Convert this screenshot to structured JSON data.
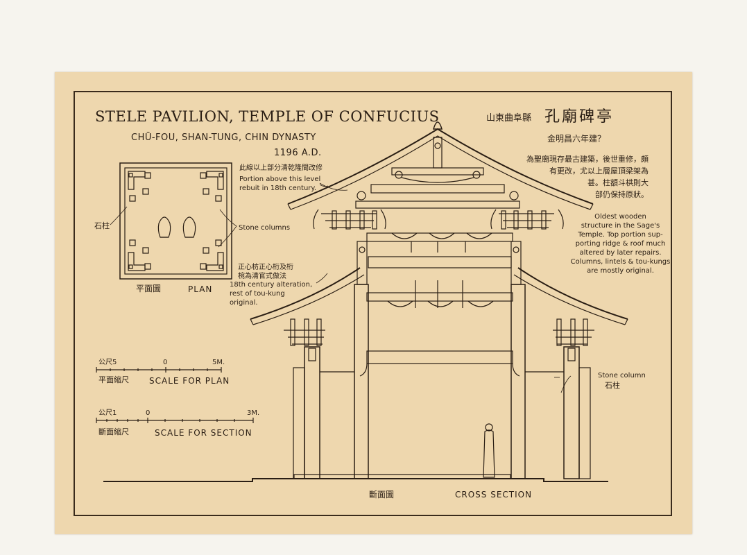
{
  "title": "STELE PAVILION, TEMPLE OF CONFUCIUS",
  "subtitle": "CHŪ-FOU, SHAN-TUNG,  CHIN DYNASTY",
  "date": "1196 A.D.",
  "chinese_title_small": "山東曲阜縣",
  "chinese_title_large": "孔廟碑亭",
  "chinese_date": "金明昌六年建？",
  "chinese_note": [
    "為聖廟現存最古建築，後世重修，頗",
    "有更改，尤以上層屋頂梁架為",
    "甚。柱額斗栱則大",
    "部仍保持原狀。"
  ],
  "note_oldest": [
    "Oldest wooden",
    "structure in the Sage's",
    "Temple. Top portion sup-",
    "porting ridge & roof much",
    "altered by later repairs.",
    "Columns, lintels & tou-kungs",
    "are mostly original."
  ],
  "note_portion_cn": "此線以上部分清乾隆間改修",
  "note_portion": [
    "Portion above this level",
    "rebuit in 18th century."
  ],
  "note_alteration_cn": [
    "正心枋正心桁及桁",
    "椀為清官式做法"
  ],
  "note_alteration": [
    "18th century alteration,",
    "rest of tou-kung",
    "original."
  ],
  "label_stone_columns": "Stone columns",
  "label_shizhu": "石柱",
  "label_stone_column": "Stone column",
  "label_shizhu_right": "石柱",
  "plan_cn": "平面圖",
  "plan_en": "PLAN",
  "scale_plan": {
    "left": "公尺5",
    "mid": "0",
    "right": "5M.",
    "cn": "平面縮尺",
    "en": "SCALE FOR PLAN"
  },
  "scale_section": {
    "left": "公尺1",
    "mid": "0",
    "right": "3M.",
    "cn": "斷面縮尺",
    "en": "SCALE FOR SECTION"
  },
  "section_cn": "斷面圖",
  "section_en": "CROSS SECTION",
  "colors": {
    "paper": "#eed7ae",
    "ink": "#2a1e14",
    "background": "#f6f4ee"
  }
}
